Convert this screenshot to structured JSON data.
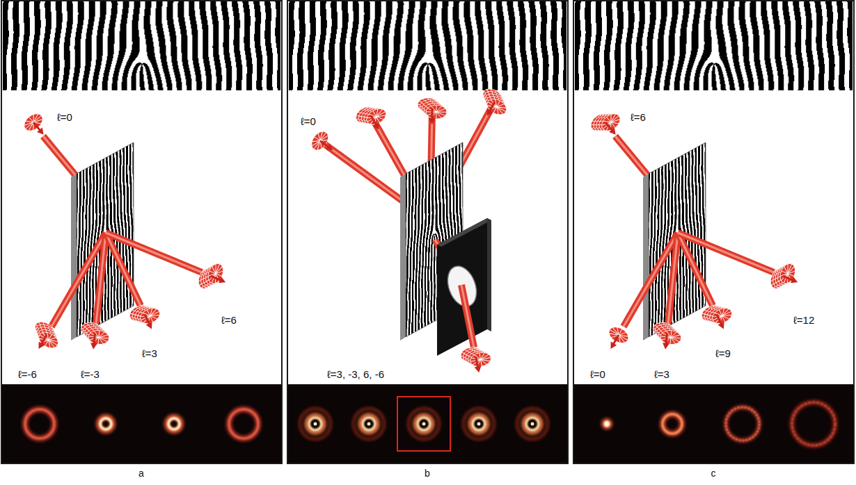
{
  "diagram": {
    "labels": [
      "ℓ=0",
      "ℓ=-6",
      "ℓ=-3",
      "ℓ=3",
      "ℓ=6",
      "ℓ=0",
      "ℓ=3, -3, 6, -6",
      "ℓ=6",
      "ℓ=0",
      "ℓ=3",
      "ℓ=9",
      "ℓ=12",
      "a",
      "b",
      "c"
    ]
  }
}
